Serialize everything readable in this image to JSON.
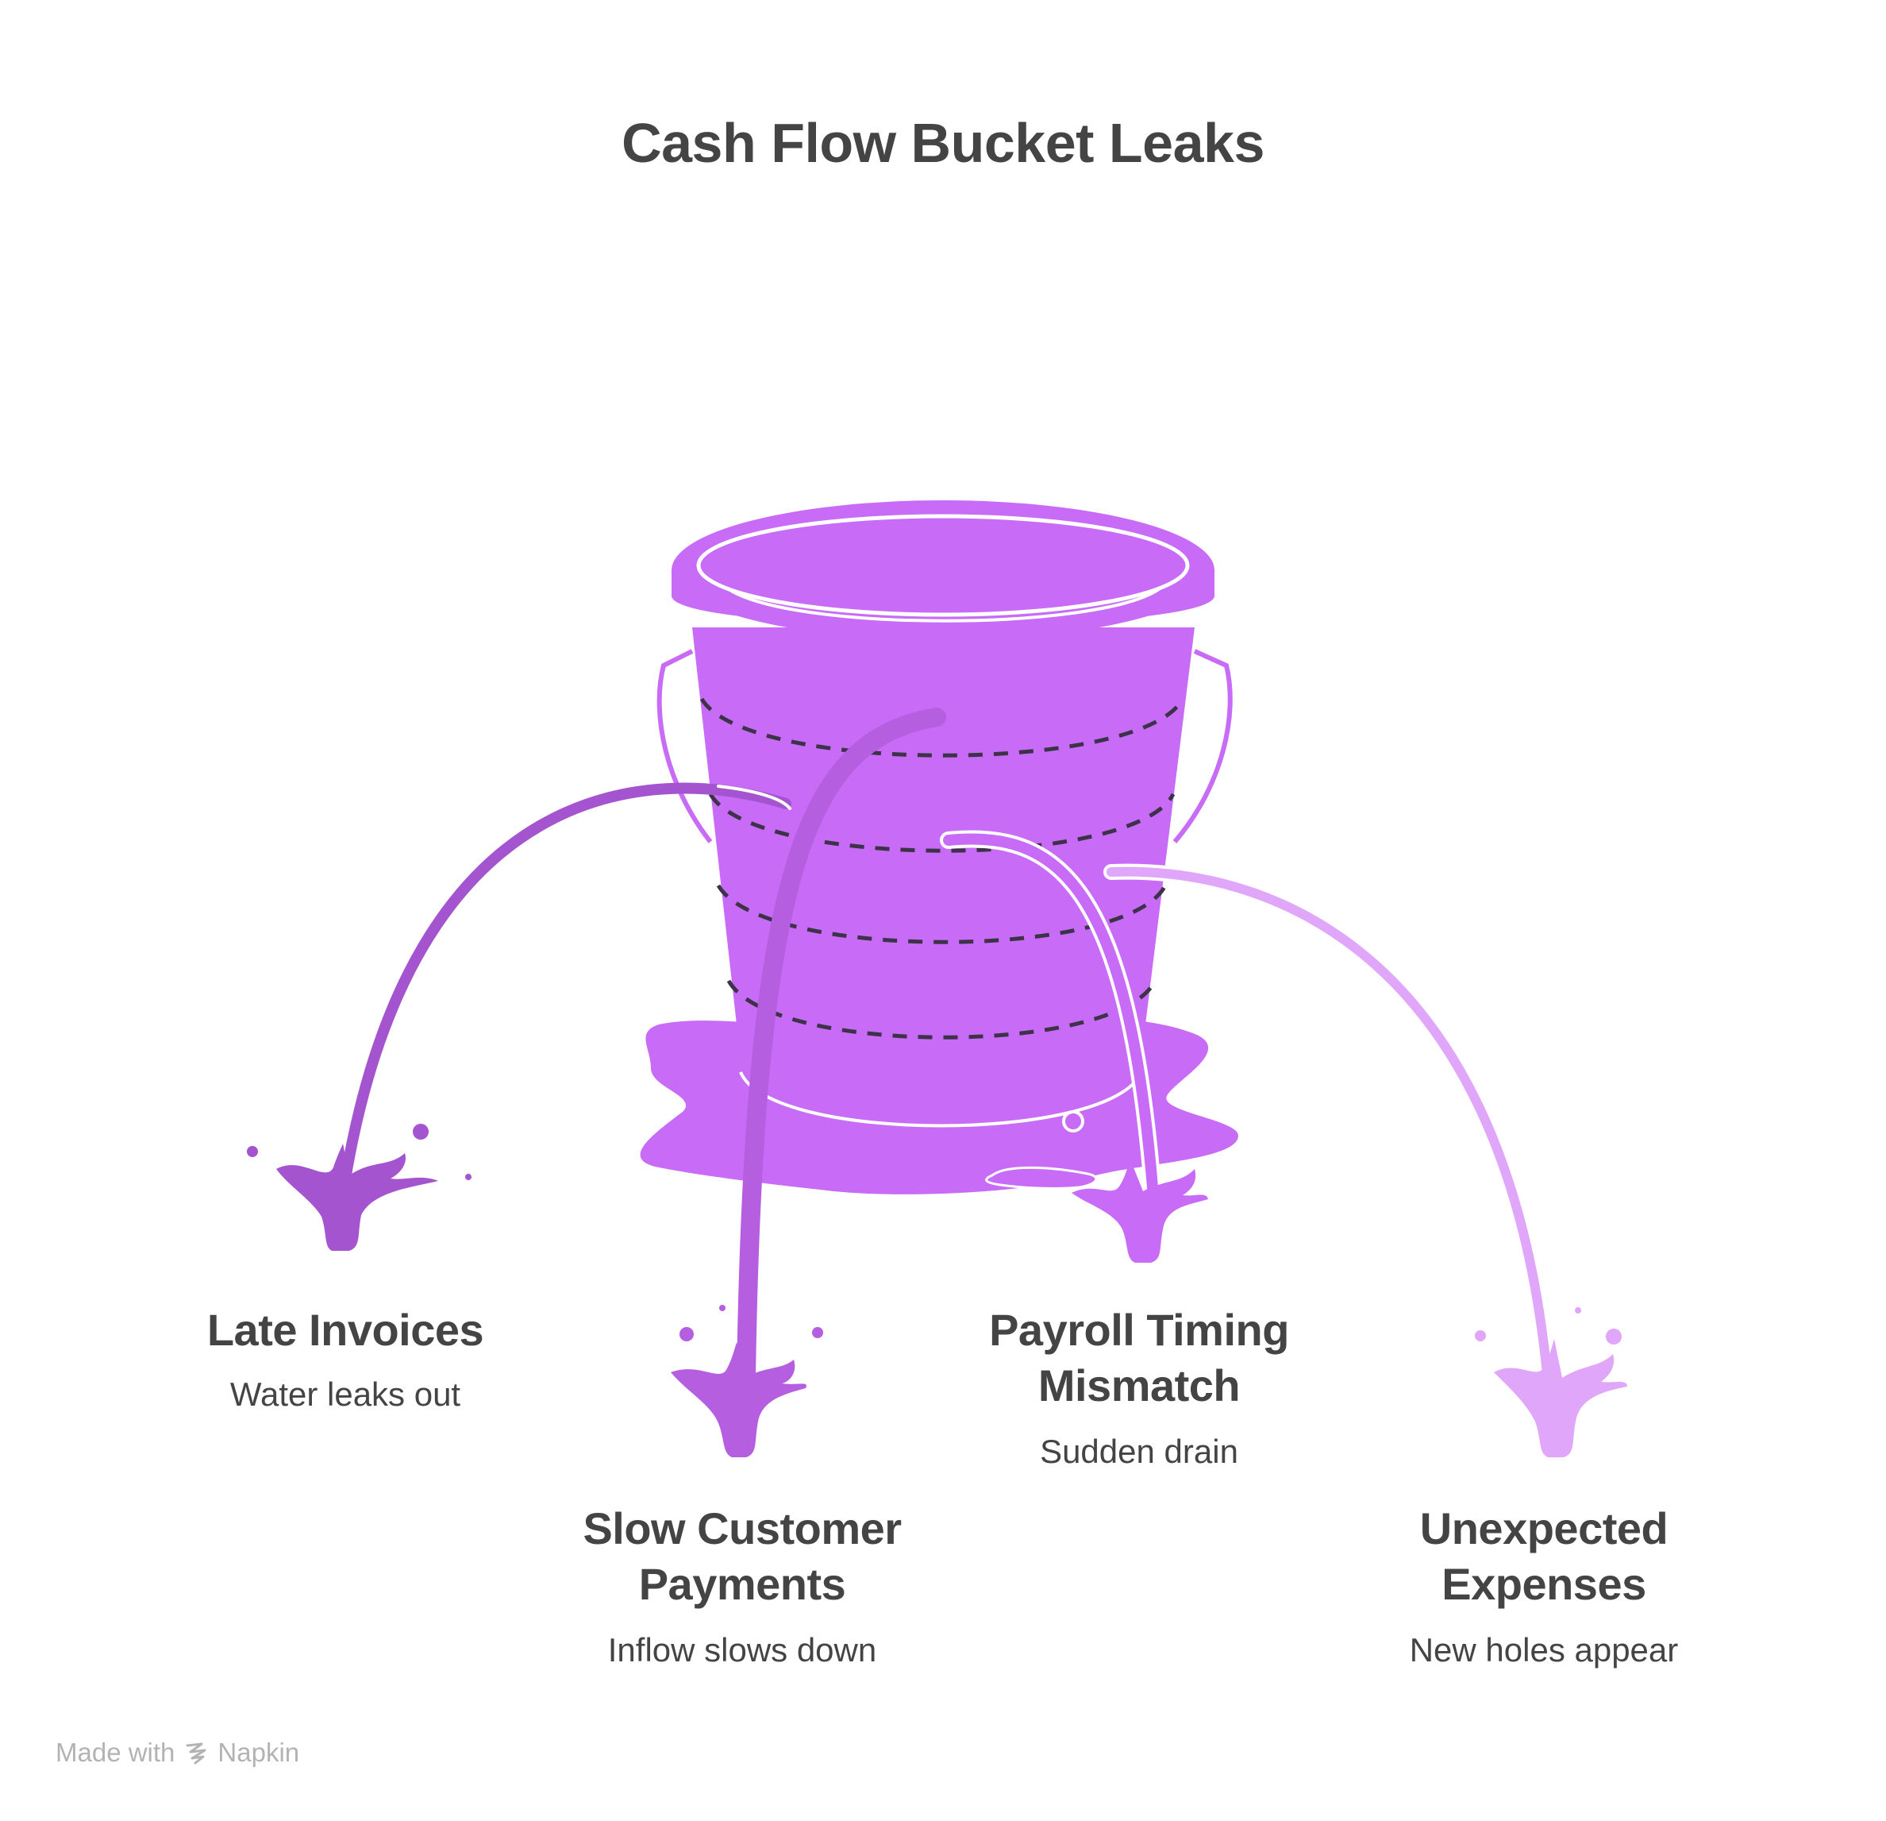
{
  "title": "Cash Flow Bucket Leaks",
  "colors": {
    "bucket": "#C86BF7",
    "bucket_outline": "#ffffff",
    "bands": "#3d3349",
    "leak_1": "#A454CF",
    "leak_2": "#B55EDF",
    "leak_3": "#C86BF7",
    "leak_4": "#E0A6F9",
    "text": "#444444",
    "footer_text": "#b3b3b3"
  },
  "leaks": [
    {
      "heading_lines": [
        "Late Invoices"
      ],
      "description": "Water leaks out",
      "icon": "water-stream-splash-icon"
    },
    {
      "heading_lines": [
        "Slow Customer",
        "Payments"
      ],
      "description": "Inflow slows down",
      "icon": "water-stream-splash-icon"
    },
    {
      "heading_lines": [
        "Payroll Timing",
        "Mismatch"
      ],
      "description": "Sudden drain",
      "icon": "water-stream-splash-icon"
    },
    {
      "heading_lines": [
        "Unexpected",
        "Expenses"
      ],
      "description": "New holes appear",
      "icon": "water-stream-splash-icon"
    }
  ],
  "footer": {
    "prefix": "Made with",
    "brand": "Napkin",
    "icon": "napkin-logo-icon"
  }
}
